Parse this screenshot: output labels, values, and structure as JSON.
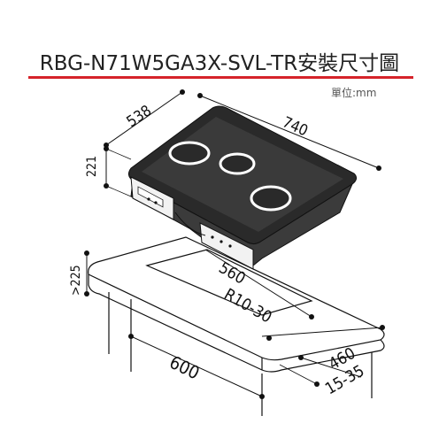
{
  "header": {
    "title": "RBG-N71W5GA3X-SVL-TR安裝尺寸圖",
    "unit": "單位:mm"
  },
  "dimensions": {
    "cooktop_depth": "538",
    "cooktop_width": "740",
    "cooktop_height": "221",
    "cabinet_height": ">225",
    "cutout_depth": "560",
    "corner_radius": "R10-30",
    "counter_width": "600",
    "counter_depth": "460",
    "counter_edge": "15-35"
  },
  "colors": {
    "accent_bar": "#d6232a",
    "line": "#111111",
    "glass": "#2a2a2a"
  }
}
